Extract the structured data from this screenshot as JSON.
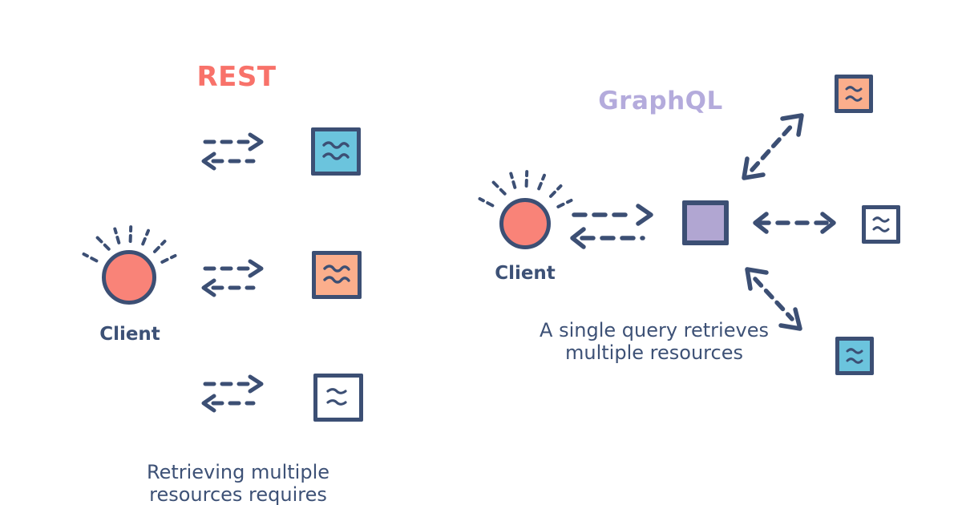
{
  "rest": {
    "title": "REST",
    "client_label": "Client",
    "caption": "Retrieving multiple resources requires",
    "servers": [
      {
        "name": "rest-server-1",
        "fill": "#6BC4DD"
      },
      {
        "name": "rest-server-2",
        "fill": "#FBAE8C"
      },
      {
        "name": "rest-server-3",
        "fill": "#FFFFFF"
      }
    ]
  },
  "graphql": {
    "title": "GraphQL",
    "client_label": "Client",
    "caption": "A single query retrieves multiple resources",
    "gateway": {
      "name": "graphql-gateway",
      "fill": "#B1A6D2"
    },
    "servers": [
      {
        "name": "graphql-server-1",
        "fill": "#FBAE8C"
      },
      {
        "name": "graphql-server-2",
        "fill": "#FFFFFF"
      },
      {
        "name": "graphql-server-3",
        "fill": "#6BC4DD"
      }
    ]
  },
  "colors": {
    "rest_title": "#F8726A",
    "graphql_title": "#B4ABDC",
    "client_fill": "#F98378",
    "stroke_navy": "#3C4F74",
    "text_navy": "#3D5176",
    "background": "#FFFFFF"
  }
}
